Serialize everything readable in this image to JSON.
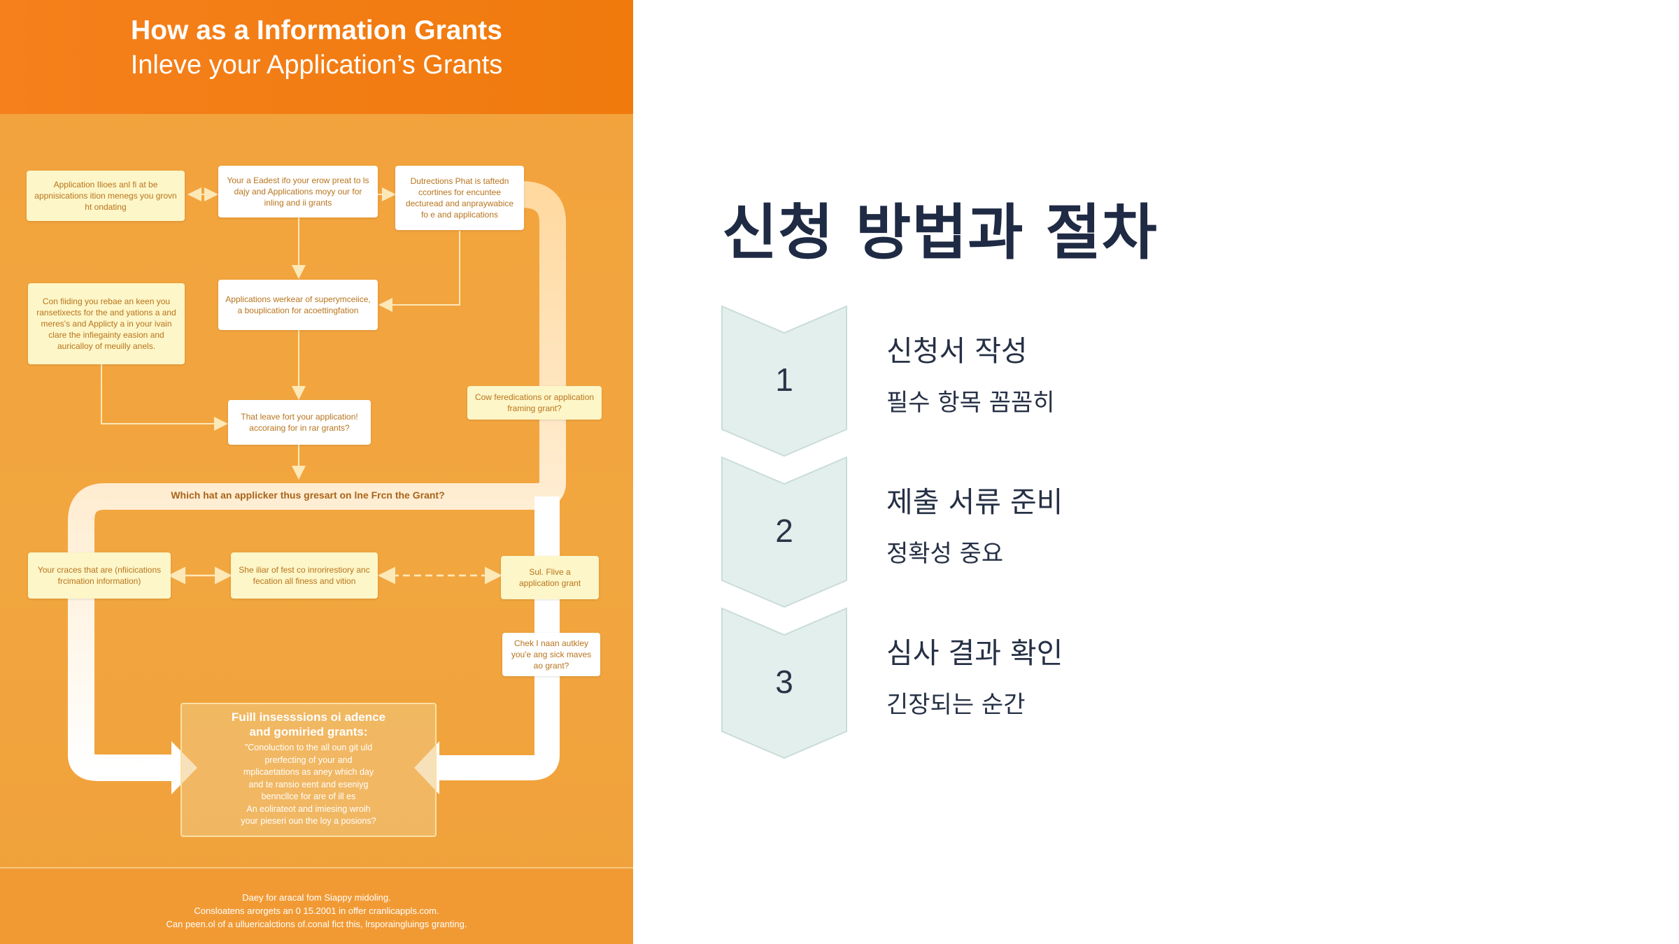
{
  "poster": {
    "title": "How as a Information Grants",
    "subtitle": "Inleve your Application’s Grants",
    "boxes": {
      "b1": "Application Ilioes anl fi at be appnisications ition menegs you grovn ht ondating",
      "b2": "Your a Eadest ifo your erow preat to ls dajy and Applications moyy our for inling and ii grants",
      "b3": "Dutrections Phat is taftedn ccortines for encuntee decturead and anpraywabice fo e and applications",
      "b4": "Con fiiding you rebae an keen you ransetixects for the and yations a and meres's and Applicty a in your ivain clare the infiegainty easion and auricalloy of meuilly anels.",
      "b5": "Applications werkear of superymceiice, a bouplication for acoettingfation",
      "b6": "That leave fort your application! accoraing for in rar grants?",
      "b7": "Cow feredications or application framing grant?",
      "b8": "Your craces that are (nfiicications frcimation information)",
      "b9": "She iliar of fest co inrorirestiory anc fecation all finess and vition",
      "b10": "Sul. Flive a application grant",
      "b11": "Chek I naan autkley you'e ang sick maves ao grant?"
    },
    "question": "Which hat an applicker thus gresart on lne Frcn the Grant?",
    "conclusion": {
      "heading_1": "Fuill insesssions oi adence",
      "heading_2": "and gomiried grants:",
      "lines": [
        "\"Conoluction to the all oun git uld",
        "prerfecting of your and",
        "mplicaetations as aney which day",
        "and te ransio eent and eseniyg",
        "benncllce for are of ill es",
        "An eolirateot and imiesing wroih",
        "your pieseri oun the loy a posions?"
      ]
    },
    "footer": [
      "Daey for aracal fom Siappy midoling.",
      "Consloatens arorgets an 0 15.2001 in offer cranlicappls.com.",
      "Can peen.ol of a ulluericalctions of.conal fict this, lrsporaingluings granting."
    ]
  },
  "slide": {
    "title": "신청 방법과 절차",
    "steps": [
      {
        "number": "1",
        "title": "신청서 작성",
        "desc": "필수 항목 꼼꼼히"
      },
      {
        "number": "2",
        "title": "제출 서류 준비",
        "desc": "정확성 중요"
      },
      {
        "number": "3",
        "title": "심사 결과 확인",
        "desc": "긴장되는 순간"
      }
    ]
  },
  "colors": {
    "poster_header": "#f07a0c",
    "poster_body": "#f2a63f",
    "box_fill": "#fdf6c8",
    "chevron_fill": "#e3efec",
    "chevron_stroke": "#c9dcd8",
    "title_text": "#1f2a44"
  },
  "icons": {
    "flow_arrows": "arrow-right",
    "step_markers": "chevron-down"
  }
}
